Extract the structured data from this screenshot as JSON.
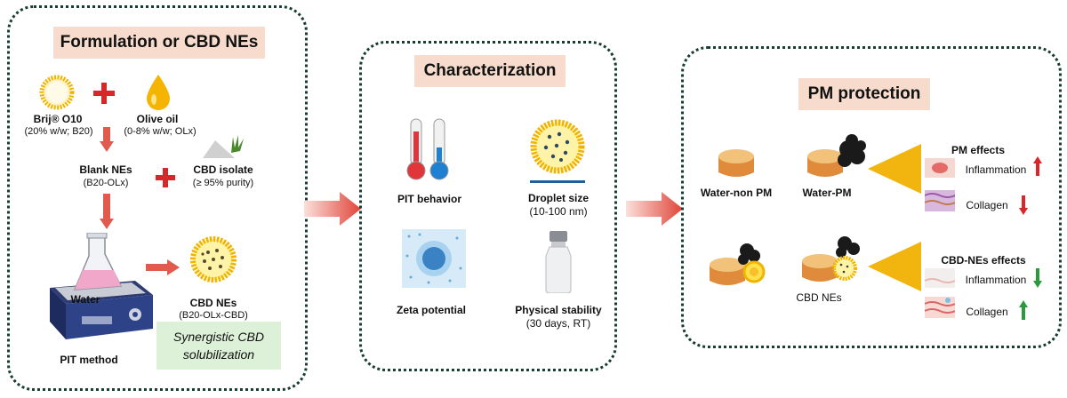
{
  "panels": {
    "formulation": {
      "title": "Formulation or CBD NEs",
      "brij_name": "Brij® O10",
      "brij_detail": "(20% w/w; B20)",
      "olive_name": "Olive oil",
      "olive_detail": "(0-8% w/w; OLx)",
      "blank_name": "Blank NEs",
      "blank_detail": "(B20-OLx)",
      "cbd_iso_name": "CBD isolate",
      "cbd_iso_detail": "(≥ 95% purity)",
      "water_label": "Water",
      "pit_method": "PIT method",
      "cbd_nes_name": "CBD NEs",
      "cbd_nes_detail": "(B20-OLx-CBD)",
      "synergy_line1": "Synergistic CBD",
      "synergy_line2": "solubilization"
    },
    "characterization": {
      "title": "Characterization",
      "pit_behavior": "PIT behavior",
      "droplet_size": "Droplet size",
      "droplet_range": "(10-100 nm)",
      "zeta": "Zeta potential",
      "stability": "Physical stability",
      "stability_detail": "(30 days, RT)"
    },
    "pm_protection": {
      "title": "PM protection",
      "water_non_pm": "Water-non PM",
      "water_pm": "Water-PM",
      "cbd_nes": "CBD NEs",
      "pm_effects": "PM effects",
      "cbd_effects": "CBD-NEs effects",
      "inflammation_1": "Inflammation",
      "collagen_1": "Collagen",
      "inflammation_2": "Inflammation",
      "collagen_2": "Collagen"
    }
  },
  "colors": {
    "panel_border": "#173d2f",
    "title_bg": "#f7dccd",
    "arrow_red": "#e0443a",
    "up_red": "#d8262a",
    "up_green": "#2a9a3c",
    "cone_yellow": "#f2b40e",
    "synergy_bg": "#ddf0d8"
  }
}
